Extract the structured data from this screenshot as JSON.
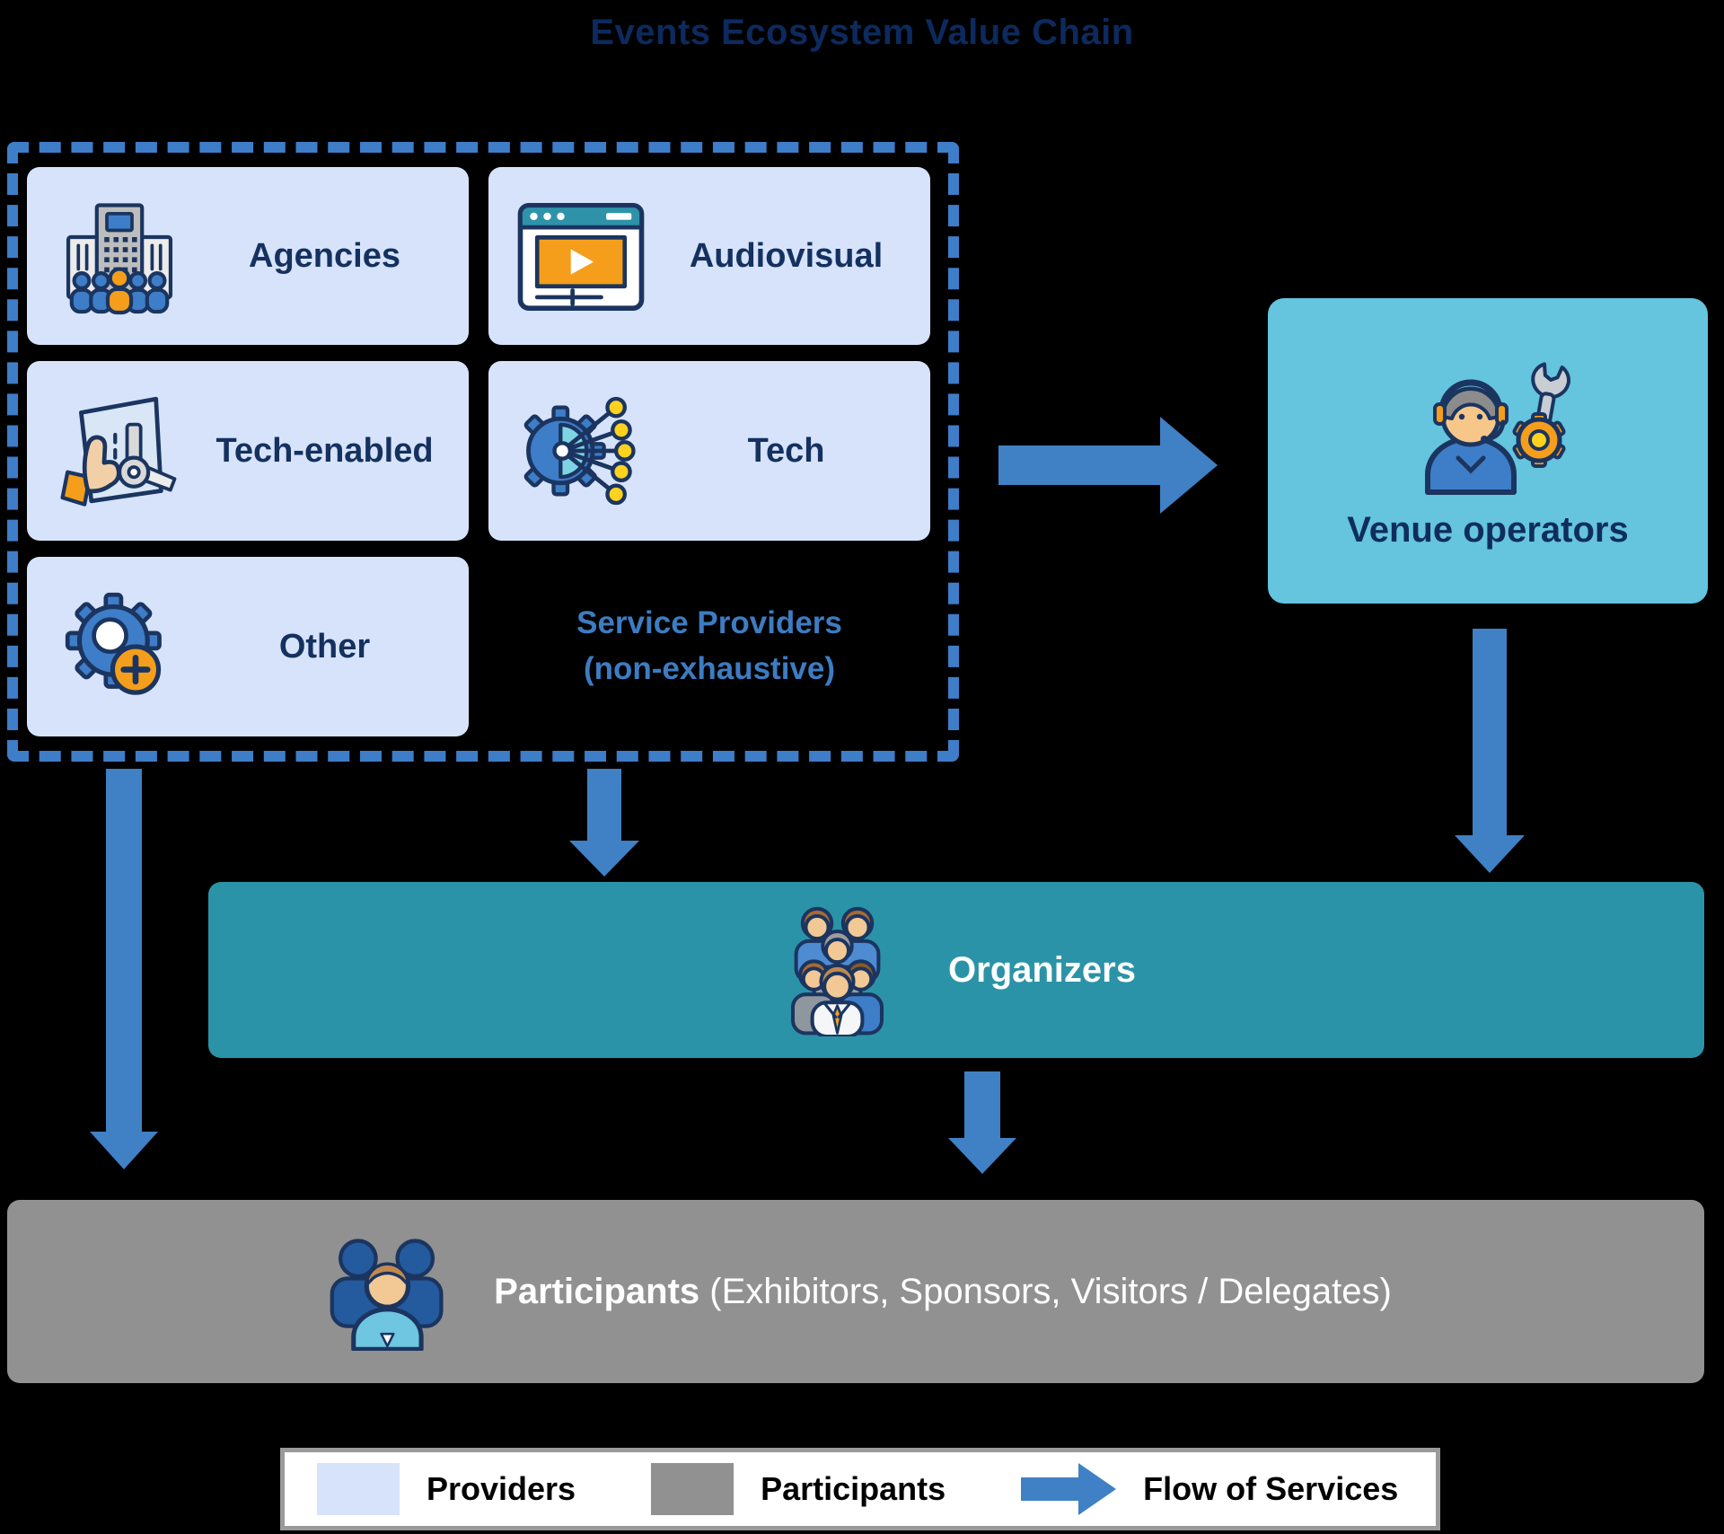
{
  "title": "Events Ecosystem Value Chain",
  "colors": {
    "background": "#000000",
    "title_navy": "#0d2a5e",
    "label_navy": "#14315f",
    "provider_box_fill": "#d7e3fa",
    "dashed_border_blue": "#3e7dc8",
    "caption_blue": "#3d7cc2",
    "venue_fill": "#65c4de",
    "organizers_fill": "#2b93a7",
    "participants_fill": "#919191",
    "arrow_blue": "#4080c4",
    "legend_border_gray": "#9a9a9a"
  },
  "service_providers_group": {
    "boxes": [
      {
        "label": "Agencies",
        "icon": "agencies-icon"
      },
      {
        "label": "Audiovisual",
        "icon": "audiovisual-icon"
      },
      {
        "label": "Tech-enabled",
        "icon": "tech-enabled-icon"
      },
      {
        "label": "Tech",
        "icon": "tech-icon"
      },
      {
        "label": "Other",
        "icon": "other-icon"
      }
    ],
    "caption_line1": "Service Providers",
    "caption_line2": "(non-exhaustive)"
  },
  "venue_operators": {
    "label": "Venue operators",
    "icon": "venue-operator-icon"
  },
  "organizers": {
    "label": "Organizers",
    "icon": "organizers-group-icon"
  },
  "participants": {
    "label_bold": "Participants",
    "label_rest": " (Exhibitors, Sponsors, Visitors / Delegates)",
    "icon": "participants-group-icon"
  },
  "legend": {
    "items": [
      {
        "label": "Providers",
        "swatch_color": "#d7e3fa"
      },
      {
        "label": "Participants",
        "swatch_color": "#919191"
      },
      {
        "label": "Flow of Services",
        "swatch": "flow-arrow"
      }
    ]
  }
}
